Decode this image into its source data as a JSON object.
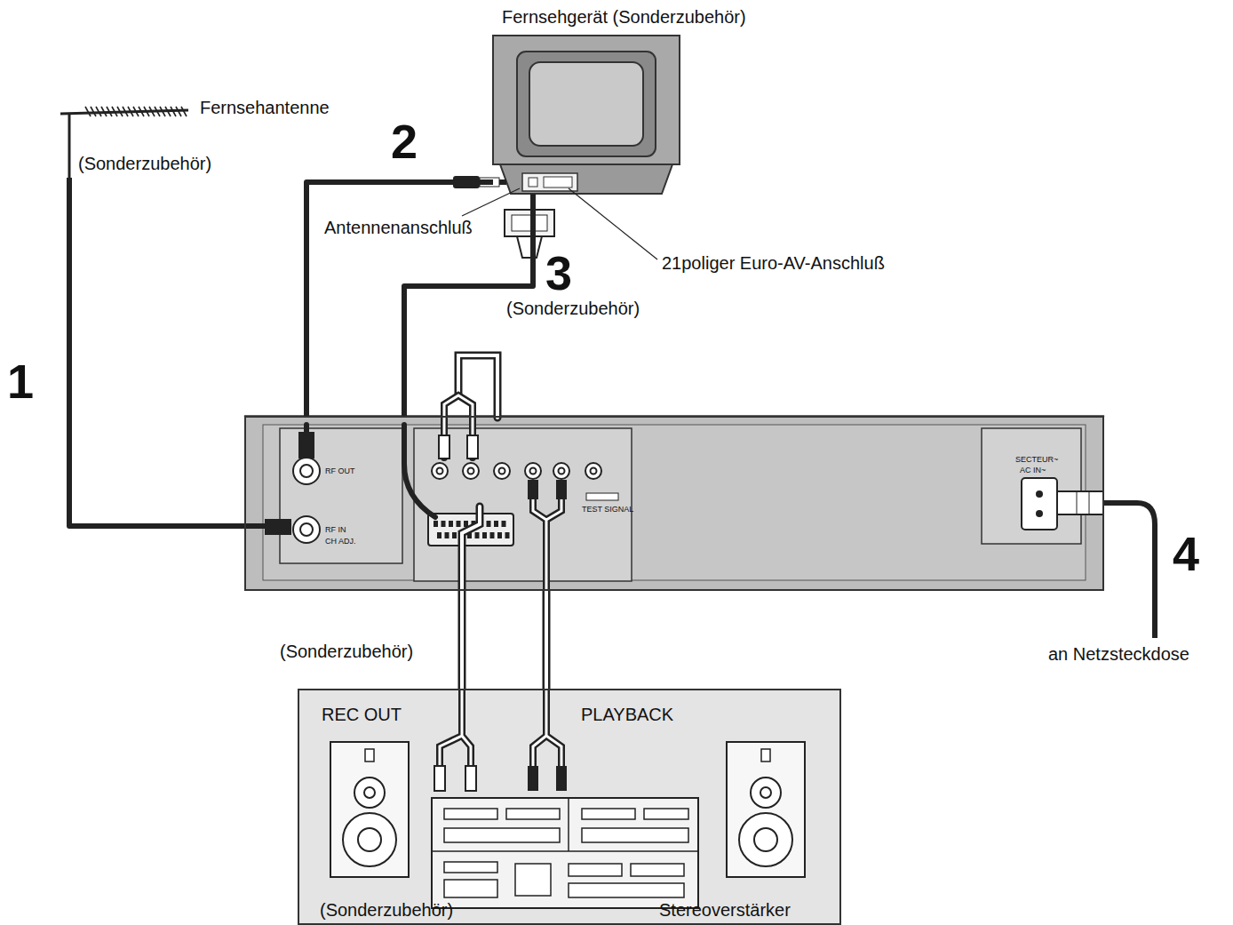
{
  "diagram": {
    "nodes": [
      {
        "text": [
          "Fernsehgerät (Sonderzubehör)"
        ]
      },
      {
        "text": [
          "Fernsehantenne",
          "(Sonderzubehör)"
        ]
      },
      {
        "text": [
          "RF OUT",
          "RF IN",
          "CH ADJ.",
          "TEST SIGNAL",
          "SECTEUR~",
          "AC IN~"
        ]
      },
      {
        "text": [
          "REC OUT",
          "PLAYBACK",
          "(Sonderzubehör)",
          "Stereoverstärker"
        ]
      }
    ],
    "edges": [
      {
        "from": 1,
        "to": 2,
        "arrow": "none"
      },
      {
        "from": 2,
        "to": 0,
        "arrow": "none"
      },
      {
        "from": 2,
        "to": 0,
        "arrow": "none"
      },
      {
        "from": 2,
        "to": 3,
        "arrow": "none"
      },
      {
        "from": 2,
        "to": 3,
        "arrow": "none"
      }
    ],
    "labels": [
      "1",
      "2",
      "3",
      "4",
      "Antennenanschluß",
      "21poliger Euro-AV-Anschluß",
      "(Sonderzubehör)",
      "(Sonderzubehör)",
      "an Netzsteckdose"
    ]
  }
}
